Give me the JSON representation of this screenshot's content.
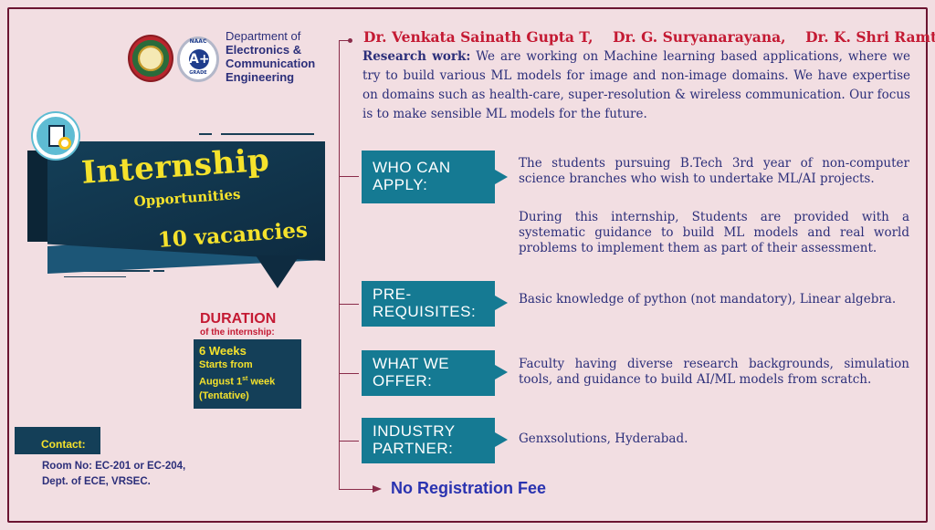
{
  "header": {
    "dept_line1": "Department of",
    "dept_line2": "Electronics &",
    "dept_line3": "Communication",
    "dept_line4": "Engineering",
    "naac_label": "NAAC",
    "naac_grade": "A+",
    "naac_grade_label": "GRADE"
  },
  "banner": {
    "title": "Internship",
    "subtitle": "Opportunities",
    "vacancies": "10 vacancies"
  },
  "duration": {
    "title": "DURATION",
    "subtitle": "of the internship:",
    "weeks": "6 Weeks",
    "starts_line1": "Starts from",
    "starts_line2_pre": "August 1",
    "starts_sup": "st",
    "starts_line2_post": " week",
    "tentative": "(Tentative)"
  },
  "contact": {
    "label": "Contact:",
    "line1": "Room No: EC-201 or EC-204,",
    "line2": "Dept. of ECE, VRSEC."
  },
  "authors": "Dr. Venkata Sainath Gupta T,    Dr. G. Suryanarayana,    Dr. K. Shri Ramtej",
  "research": {
    "label": "Research work:",
    "text": " We are working on Machine learning based applications, where we try to build various ML models for image and non-image domains. We have expertise on domains such as health-care, super-resolution & wireless communication. Our focus is to make sensible ML models for the future."
  },
  "sections": [
    {
      "label_line1": "WHO CAN",
      "label_line2": "APPLY:",
      "text": "The students pursuing B.Tech 3rd year of non-computer science branches who wish to undertake ML/AI projects.",
      "text2": "During this internship, Students are provided with a systematic guidance to build ML models and real world problems to implement them as part of their assessment."
    },
    {
      "label_line1": "PRE-",
      "label_line2": "REQUISITES:",
      "text": "Basic knowledge of python (not mandatory), Linear algebra."
    },
    {
      "label_line1": "WHAT WE",
      "label_line2": "OFFER:",
      "text": "Faculty having diverse research backgrounds, simulation tools, and guidance to build AI/ML models from scratch."
    },
    {
      "label_line1": "INDUSTRY",
      "label_line2": "PARTNER:",
      "text": "Genxsolutions, Hyderabad."
    }
  ],
  "footer_note": "No Registration Fee",
  "colors": {
    "background": "#f2dee2",
    "navy": "#143f58",
    "teal": "#157a93",
    "yellow": "#f5e22c",
    "red": "#c41a33",
    "text_blue": "#2c2f7a"
  }
}
